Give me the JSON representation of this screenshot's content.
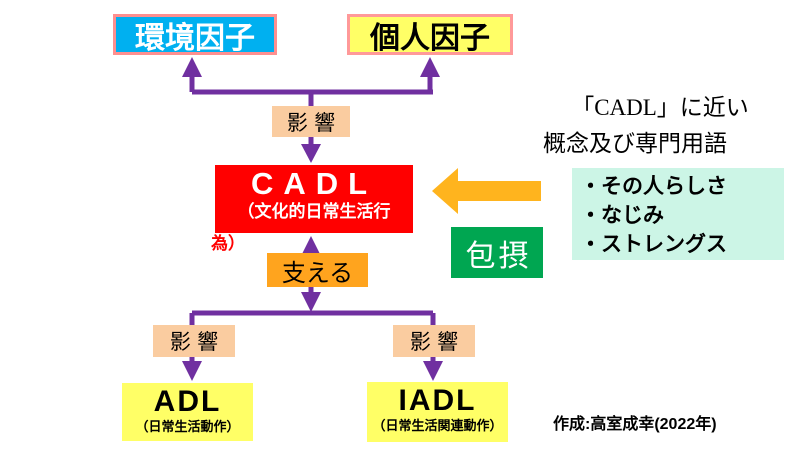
{
  "top": {
    "env_label": "環境因子",
    "personal_label": "個人因子",
    "influence_label": "影響"
  },
  "cadl": {
    "title": "CADL",
    "subtitle_line1": "（文化的日常生活行",
    "subtitle_line2": "為）"
  },
  "middle": {
    "support_label": "支える"
  },
  "right": {
    "heading_line1": "「CADL」に近い",
    "heading_line2": "概念及び専門用語",
    "inclusion_label": "包摂",
    "bullets": [
      "・その人らしさ",
      "・なじみ",
      "・ストレングス"
    ]
  },
  "bottom": {
    "influence_left": "影響",
    "influence_right": "影響",
    "adl_title": "ADL",
    "adl_subtitle": "（日常生活動作）",
    "iadl_title": "IADL",
    "iadl_subtitle": "（日常生活関連動作）"
  },
  "credit": "作成:高室成幸(2022年)",
  "colors": {
    "env_bg": "#00B0F0",
    "factor_border": "#FF8F8F",
    "yellow_bg": "#FFFF66",
    "influence_bg": "#FACCA0",
    "cadl_bg": "#FF0000",
    "support_bg": "#FFA41E",
    "inclusion_bg": "#00A651",
    "terms_bg": "#CCF5E6",
    "connector_purple": "#7030A0",
    "block_arrow_orange": "#FFB41E"
  }
}
